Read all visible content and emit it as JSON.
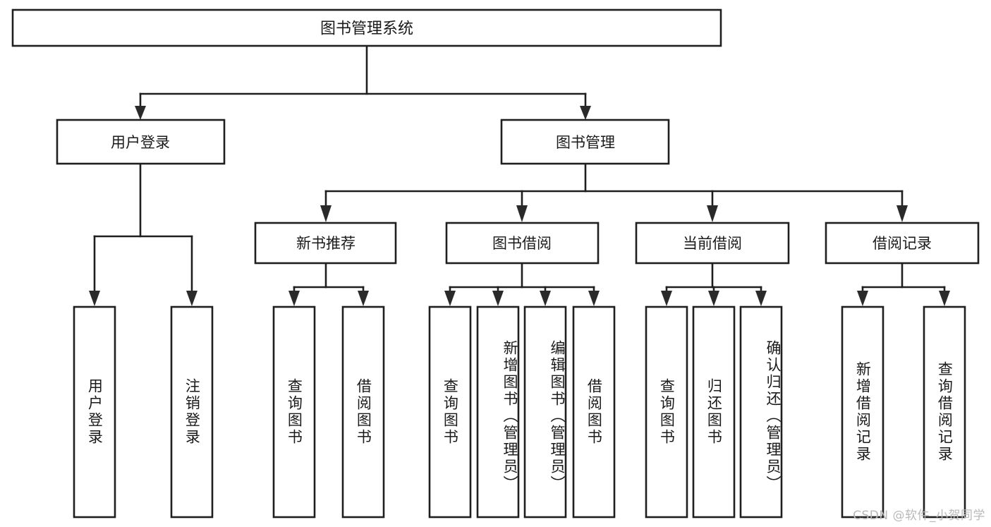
{
  "diagram": {
    "type": "tree-hierarchy-chart",
    "title": "图书管理系统",
    "watermark": "CSDN @软件_小贺同学",
    "colors": {
      "box_fill": "#ffffff",
      "box_stroke": "#1f1f1f",
      "connector": "#1f1f1f",
      "text": "#1a1a1a",
      "watermark": "#b9b9b9"
    },
    "levels": {
      "root": {
        "label": "图书管理系统"
      },
      "level2": [
        {
          "label": "用户登录"
        },
        {
          "label": "图书管理"
        }
      ],
      "level3": [
        {
          "label": "新书推荐"
        },
        {
          "label": "图书借阅"
        },
        {
          "label": "当前借阅"
        },
        {
          "label": "借阅记录"
        }
      ]
    },
    "groups": [
      {
        "parent": "用户登录",
        "leaves": [
          {
            "label": "用户登录"
          },
          {
            "label": "注销登录"
          }
        ]
      },
      {
        "parent": "新书推荐",
        "leaves": [
          {
            "label": "查询图书"
          },
          {
            "label": "借阅图书"
          }
        ]
      },
      {
        "parent": "图书借阅",
        "leaves": [
          {
            "label": "查询图书"
          },
          {
            "label": "新增图书（管理员）"
          },
          {
            "label": "编辑图书（管理员）"
          },
          {
            "label": "借阅图书"
          }
        ]
      },
      {
        "parent": "当前借阅",
        "leaves": [
          {
            "label": "查询图书"
          },
          {
            "label": "归还图书"
          },
          {
            "label": "确认归还（管理员）"
          }
        ]
      },
      {
        "parent": "借阅记录",
        "leaves": [
          {
            "label": "新增借阅记录"
          },
          {
            "label": "查询借阅记录"
          }
        ]
      }
    ]
  }
}
